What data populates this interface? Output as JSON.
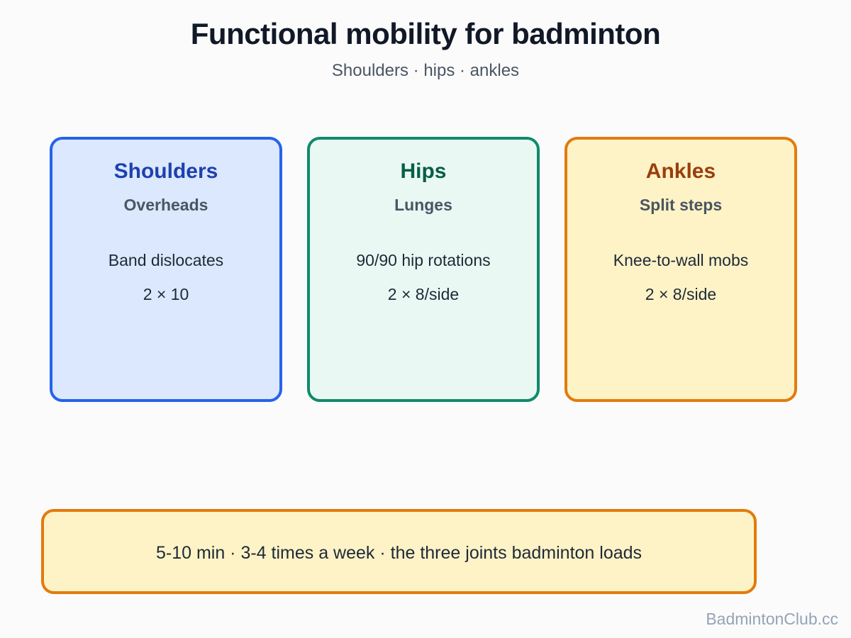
{
  "title": "Functional mobility for badminton",
  "subtitle": "Shoulders · hips · ankles",
  "cards": [
    {
      "name": "Shoulders",
      "focus": "Overheads",
      "exercise": "Band dislocates",
      "dose": "2 × 10",
      "accent": "#2563eb",
      "fill": "#dbe8fd"
    },
    {
      "name": "Hips",
      "focus": "Lunges",
      "exercise": "90/90 hip rotations",
      "dose": "2 × 8/side",
      "accent": "#0f8a6b",
      "fill": "#eaf8f4"
    },
    {
      "name": "Ankles",
      "focus": "Split steps",
      "exercise": "Knee-to-wall mobs",
      "dose": "2 × 8/side",
      "accent": "#e27b0e",
      "fill": "#fef3c6"
    }
  ],
  "footer": "5-10 min · 3-4 times a week · the three joints badminton loads",
  "watermark": "BadmintonClub.cc"
}
